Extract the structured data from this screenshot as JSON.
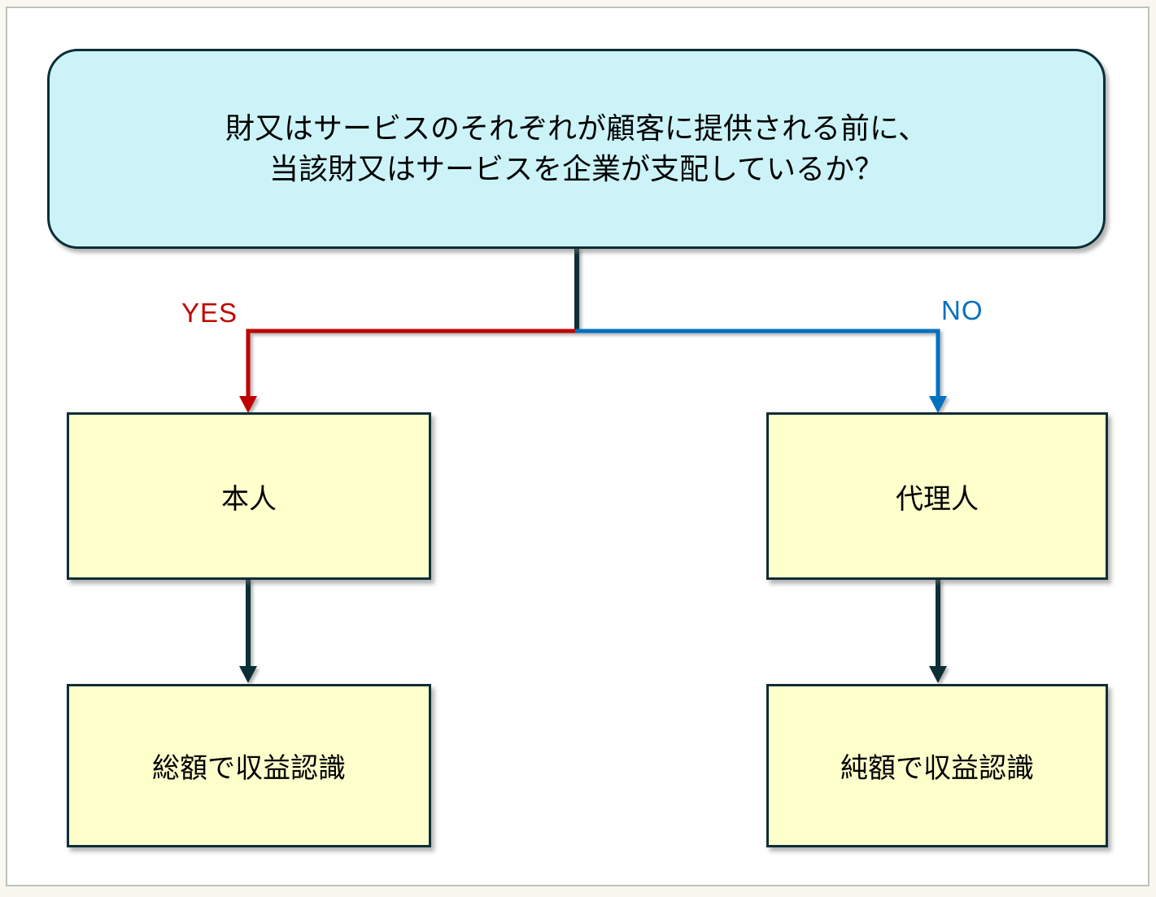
{
  "colors": {
    "connector_dark": "#0d2e36",
    "yes_red": "#c00000",
    "no_blue": "#0070c0",
    "question_fill": "#ccf4f8",
    "result_fill": "#ffffcc",
    "text": "#000000"
  },
  "question": {
    "line1": "財又はサービスのそれぞれが顧客に提供される前に、",
    "line2": "当該財又はサービスを企業が支配しているか？"
  },
  "branches": {
    "yes_label": "YES",
    "no_label": "NO"
  },
  "nodes": {
    "principal": "本人",
    "agent": "代理人",
    "gross": "総額で収益認識",
    "net": "純額で収益認識"
  }
}
